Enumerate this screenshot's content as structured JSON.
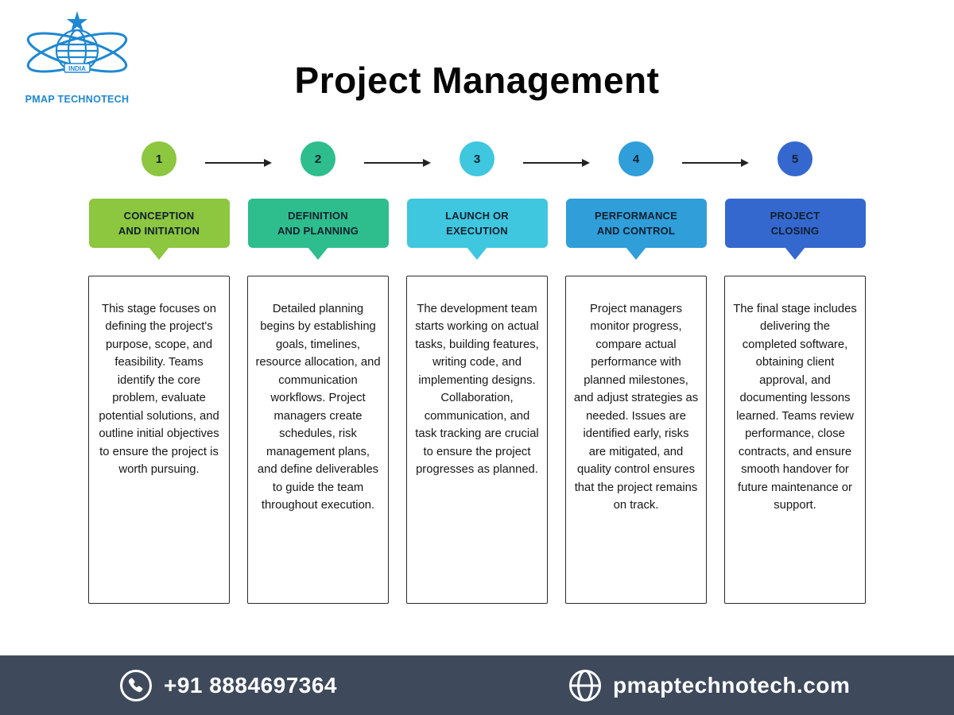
{
  "logo": {
    "company_name": "PMAP TECHNOTECH",
    "banner_text": "INDIA"
  },
  "title": "Project Management",
  "stages": [
    {
      "number": "1",
      "label": "CONCEPTION\nAND INITIATION",
      "color": "#8DC63F",
      "description": "This stage focuses on defining the project's purpose, scope, and feasibility. Teams identify the core problem, evaluate potential solutions, and outline initial objectives to ensure the project is worth pursuing."
    },
    {
      "number": "2",
      "label": "DEFINITION\nAND PLANNING",
      "color": "#2EBD8D",
      "description": "Detailed planning begins by establishing goals, timelines, resource allocation, and communication workflows. Project managers create schedules, risk management plans, and define deliverables to guide the team throughout execution."
    },
    {
      "number": "3",
      "label": "LAUNCH OR\nEXECUTION",
      "color": "#3EC7DF",
      "description": "The development team starts working on actual tasks, building features, writing code, and implementing designs. Collaboration, communication, and task tracking are crucial to ensure the project progresses as planned."
    },
    {
      "number": "4",
      "label": "PERFORMANCE\nAND CONTROL",
      "color": "#2F9ED9",
      "description": "Project managers monitor progress, compare actual performance with planned milestones, and adjust strategies as needed. Issues are identified early, risks are mitigated, and quality control ensures that the project remains on track."
    },
    {
      "number": "5",
      "label": "PROJECT\nCLOSING",
      "color": "#3568CE",
      "description": "The final stage includes delivering the completed software, obtaining client approval, and documenting lessons learned. Teams review performance, close contracts, and ensure smooth handover for future maintenance or support."
    }
  ],
  "footer": {
    "phone": "+91 8884697364",
    "website": "pmaptechnotech.com",
    "background_color": "#3E4A5B"
  }
}
